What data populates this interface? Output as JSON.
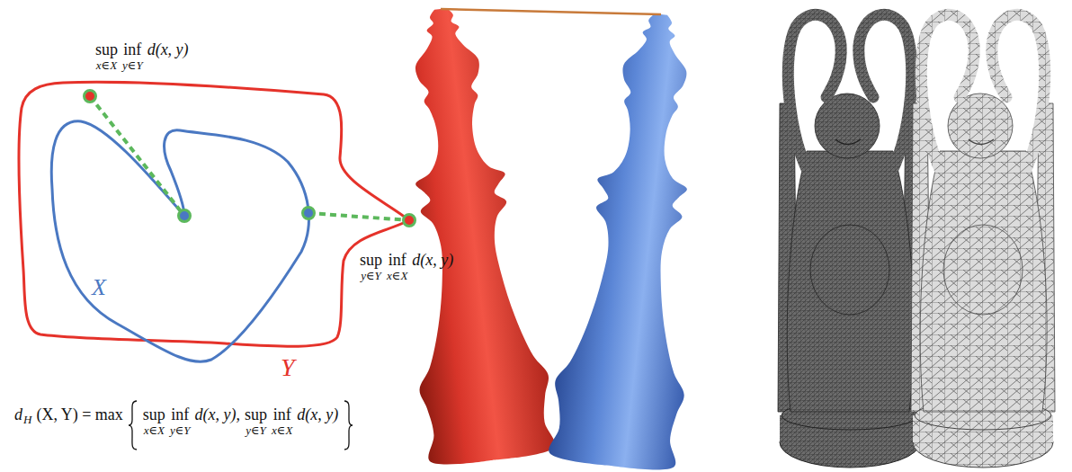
{
  "diagram": {
    "labels": [
      "sup",
      "x∈X",
      "inf",
      "y∈Y",
      "d(x, y)",
      "sup",
      "y∈Y",
      "inf",
      "x∈X",
      "d(x, y)",
      "X",
      "Y",
      "d",
      "H",
      "(X, Y) = max",
      "sup",
      "x∈X",
      "inf",
      "y∈Y",
      "d(x, y),",
      "sup",
      "y∈Y",
      "inf",
      "x∈X",
      "d(x, y)"
    ]
  }
}
